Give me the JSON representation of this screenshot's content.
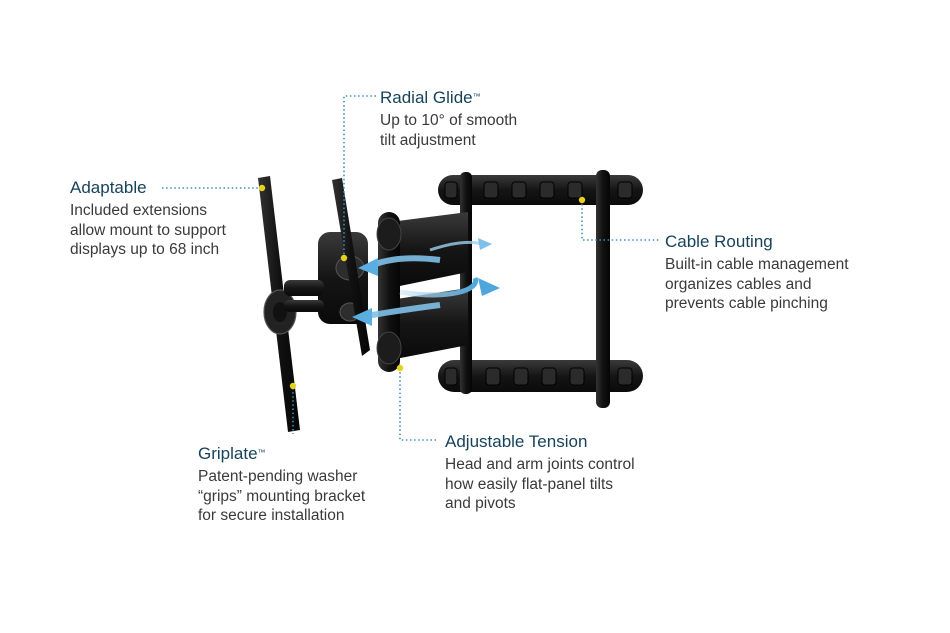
{
  "accent_color": "#17435a",
  "dot_color": "#e4d21c",
  "arrow_color": "#5aaee0",
  "callouts": {
    "radial_glide": {
      "title": "Radial Glide",
      "tm": "™",
      "desc": [
        "Up to 10° of smooth",
        "tilt adjustment"
      ]
    },
    "adaptable": {
      "title": "Adaptable",
      "tm": "",
      "desc": [
        "Included extensions",
        "allow mount to support",
        "displays up to 68 inch"
      ]
    },
    "cable_routing": {
      "title": "Cable Routing",
      "tm": "",
      "desc": [
        "Built-in cable management",
        "organizes cables and",
        "prevents cable pinching"
      ]
    },
    "griplate": {
      "title": "Griplate",
      "tm": "™",
      "desc": [
        "Patent-pending washer",
        "“grips” mounting bracket",
        "for secure installation"
      ]
    },
    "adjustable_tension": {
      "title": "Adjustable Tension",
      "tm": "",
      "desc": [
        "Head and arm joints control",
        "how easily flat-panel tilts",
        "and pivots"
      ]
    }
  }
}
